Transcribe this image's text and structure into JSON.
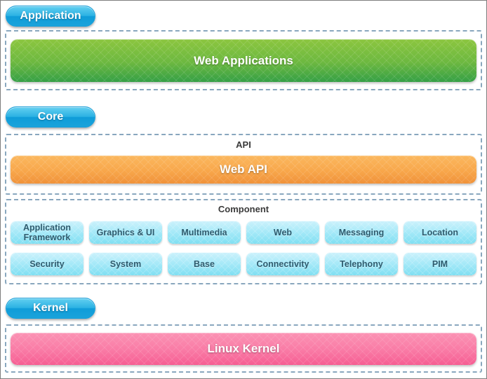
{
  "frame": {
    "background": "#ffffff",
    "border_color": "#7e7e7e",
    "dashed_border_color": "#89a7be"
  },
  "colors": {
    "badge_blue_top": "#63cff1",
    "badge_blue_bottom": "#0f9cd8",
    "green_bar_top": "#8cc63f",
    "green_bar_bottom": "#35a046",
    "orange_bar_top": "#fbb85f",
    "orange_bar_bottom": "#f0923a",
    "cyan_box_top": "#cdf2fc",
    "cyan_box_bottom": "#7fdff2",
    "pink_bar_top": "#fb93b4",
    "pink_bar_bottom": "#f65e93"
  },
  "application": {
    "badge": "Application",
    "bar": "Web Applications"
  },
  "core": {
    "badge": "Core",
    "api_label": "API",
    "api_bar": "Web API",
    "component_label": "Component",
    "components": [
      "Application Framework",
      "Graphics & UI",
      "Multimedia",
      "Web",
      "Messaging",
      "Location",
      "Security",
      "System",
      "Base",
      "Connectivity",
      "Telephony",
      "PIM"
    ]
  },
  "kernel": {
    "badge": "Kernel",
    "bar": "Linux Kernel"
  }
}
